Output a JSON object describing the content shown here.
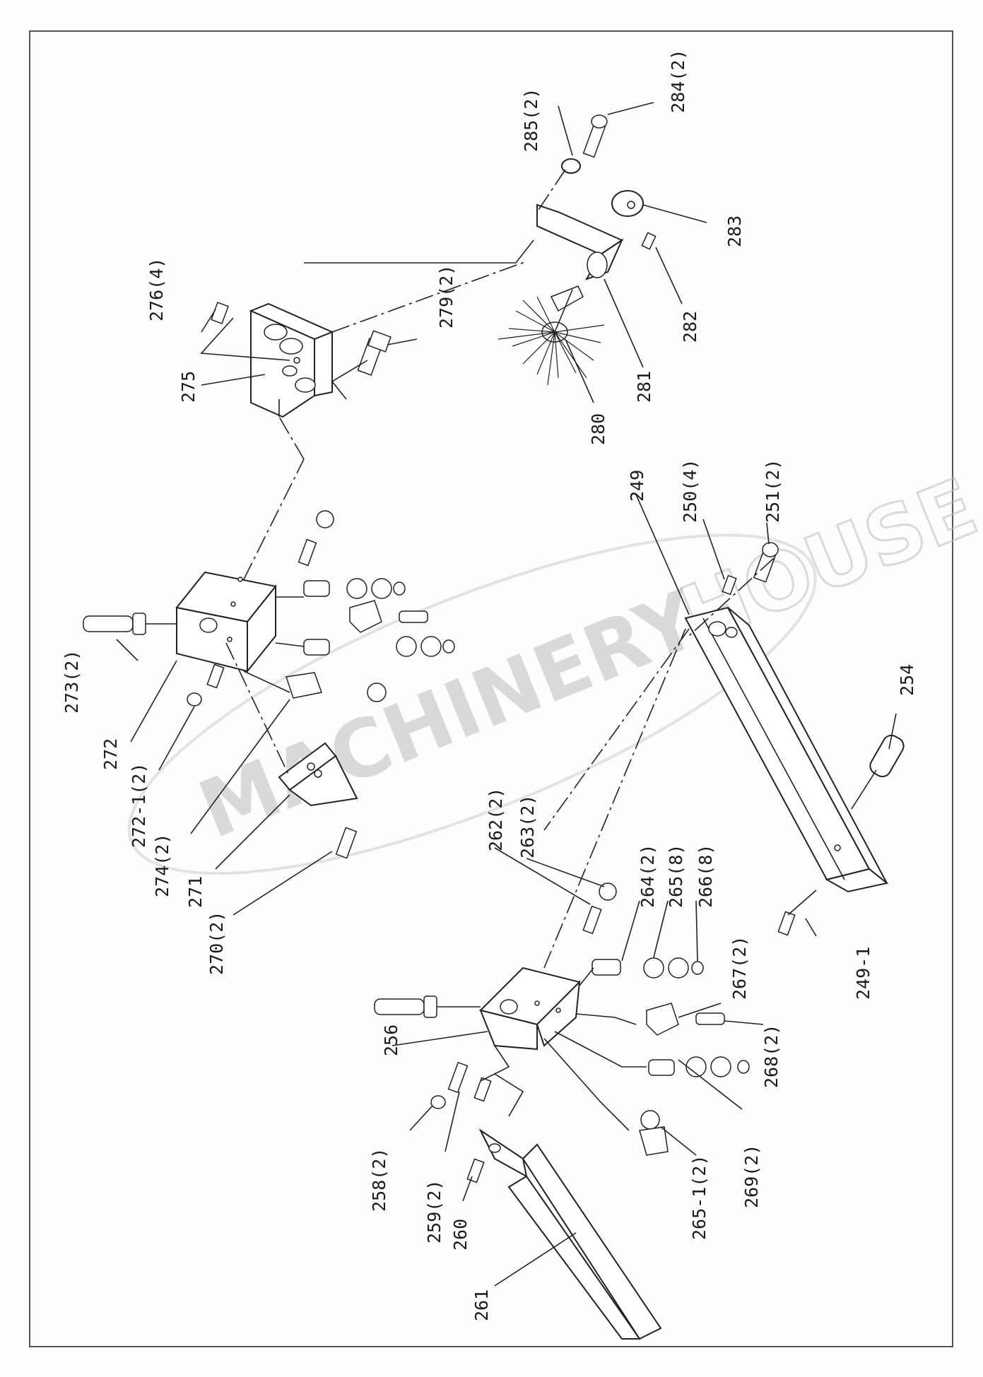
{
  "watermark": {
    "part1": "MACHINERY",
    "part2": "HOUSE"
  },
  "labels": {
    "l249": "249",
    "l249_1": "249-1",
    "l250": "250(4)",
    "l251": "251(2)",
    "l254": "254",
    "l256": "256",
    "l258": "258(2)",
    "l259": "259(2)",
    "l260": "260",
    "l261": "261",
    "l262": "262(2)",
    "l263": "263(2)",
    "l264": "264(2)",
    "l265": "265(8)",
    "l265_1": "265-1(2)",
    "l266": "266(8)",
    "l267": "267(2)",
    "l268": "268(2)",
    "l269": "269(2)",
    "l270": "270(2)",
    "l271": "271",
    "l272": "272",
    "l272_1": "272-1(2)",
    "l273": "273(2)",
    "l274": "274(2)",
    "l275": "275",
    "l276": "276(4)",
    "l279": "279(2)",
    "l280": "280",
    "l281": "281",
    "l282": "282",
    "l283": "283",
    "l284": "284(2)",
    "l285": "285(2)"
  }
}
